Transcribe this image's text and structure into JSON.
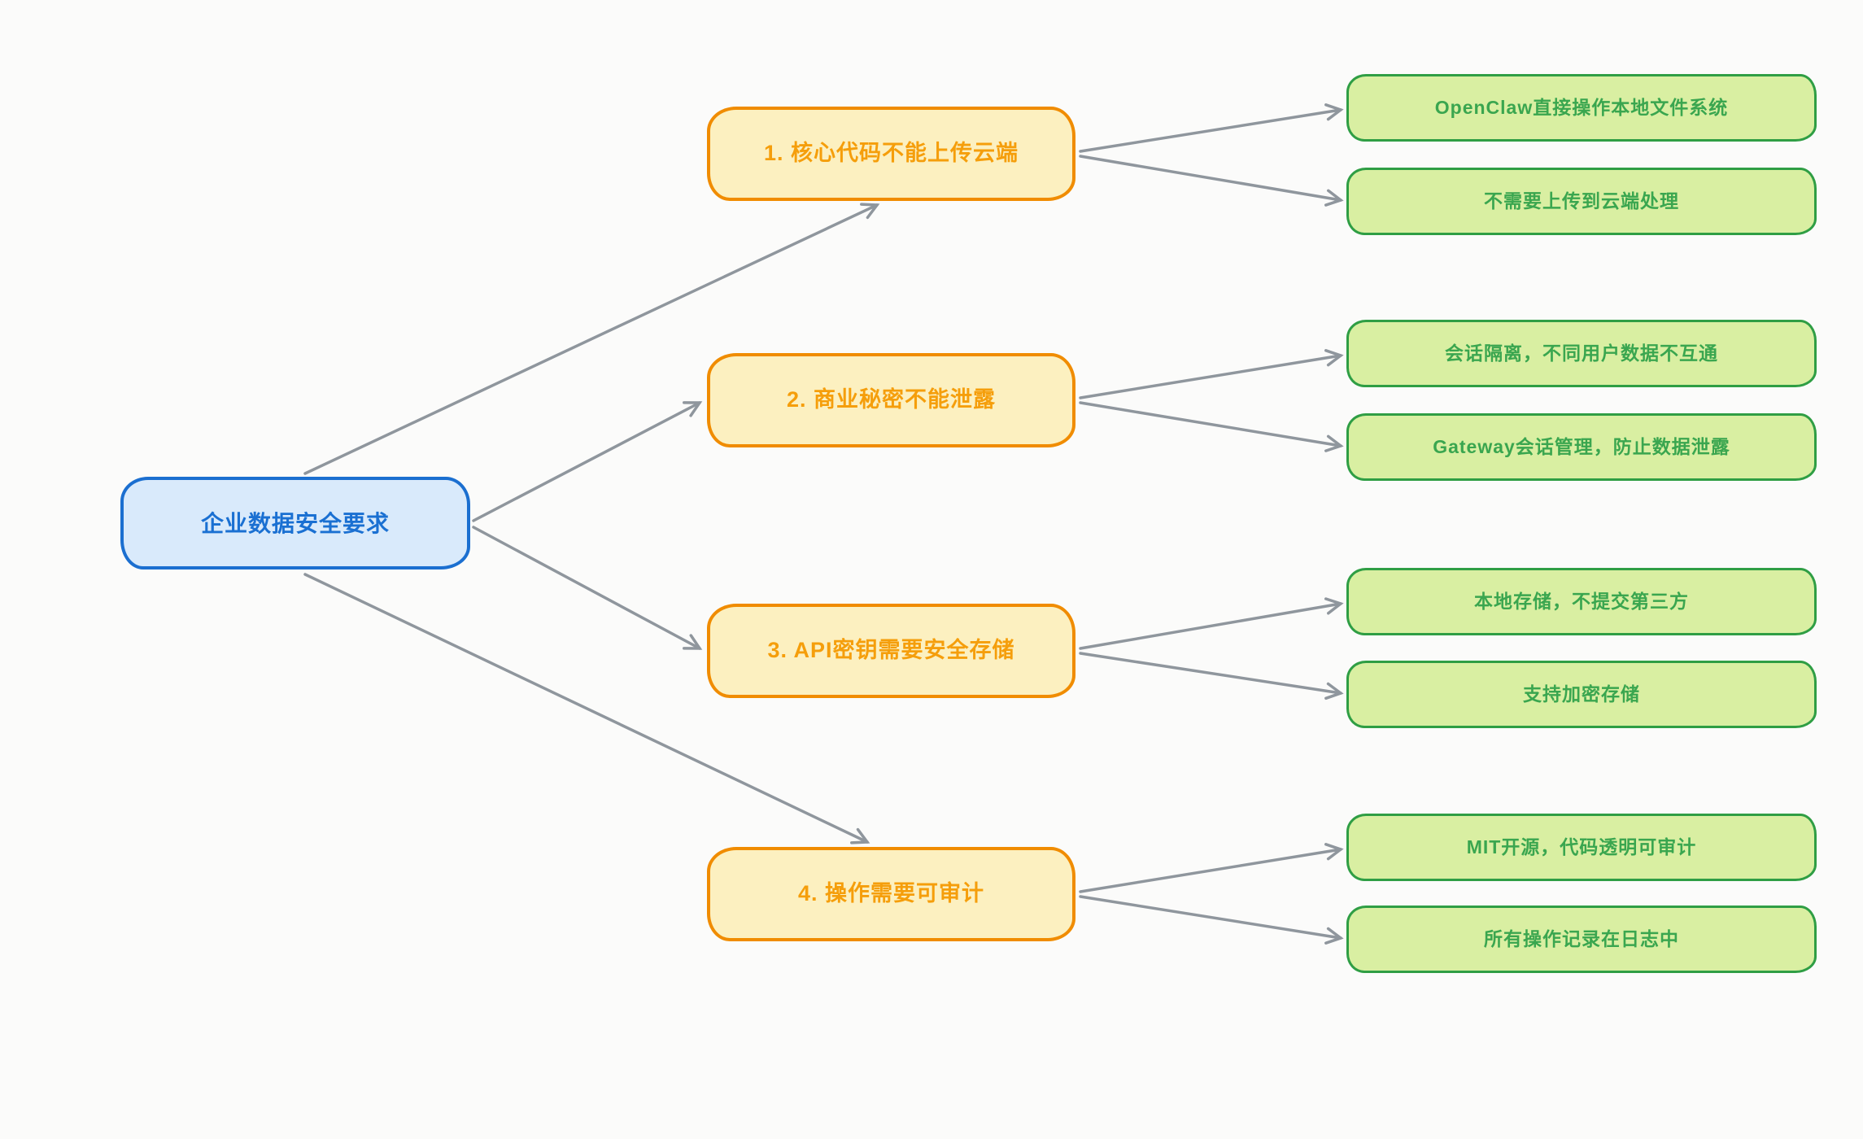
{
  "canvas": {
    "background": "#fbfbfa",
    "style": "hand-drawn whiteboard mind map"
  },
  "colors": {
    "root_border": "#1b6fd0",
    "root_fill": "#d9eafb",
    "root_text": "#1a70d2",
    "branch_border": "#f08c00",
    "branch_fill": "#fcf0c0",
    "branch_text": "#f59e0b",
    "leaf_border": "#2f9e44",
    "leaf_fill": "#d9efa2",
    "leaf_text": "#3aa64f",
    "arrow": "#8f969d"
  },
  "mindmap": {
    "root": {
      "label": "企业数据安全要求"
    },
    "branches": [
      {
        "label": "1. 核心代码不能上传云端",
        "children": [
          "OpenClaw直接操作本地文件系统",
          "不需要上传到云端处理"
        ]
      },
      {
        "label": "2. 商业秘密不能泄露",
        "children": [
          "会话隔离，不同用户数据不互通",
          "Gateway会话管理，防止数据泄露"
        ]
      },
      {
        "label": "3. API密钥需要安全存储",
        "children": [
          "本地存储，不提交第三方",
          "支持加密存储"
        ]
      },
      {
        "label": "4. 操作需要可审计",
        "children": [
          "MIT开源，代码透明可审计",
          "所有操作记录在日志中"
        ]
      }
    ]
  }
}
